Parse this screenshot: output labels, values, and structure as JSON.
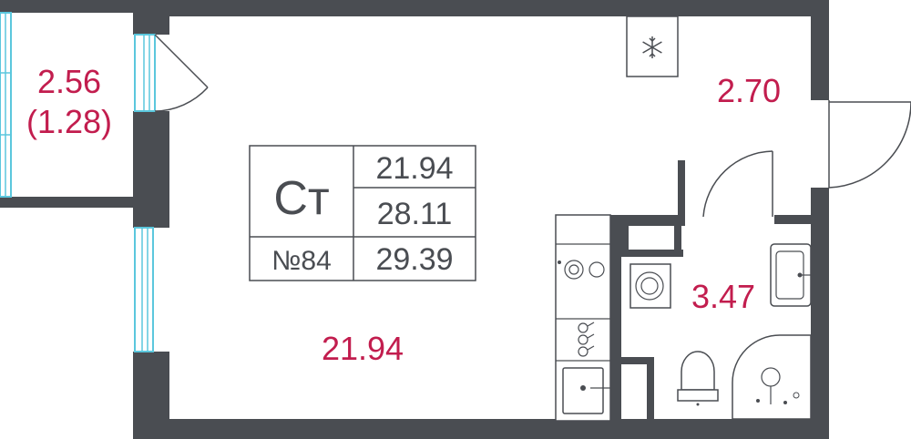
{
  "apartment_table": {
    "type_code": "Ст",
    "number": "№84",
    "living_area": "21.94",
    "usable_area": "28.11",
    "total_area": "29.39"
  },
  "rooms": {
    "balcony_area": "2.56",
    "balcony_reduced_area": "(1.28)",
    "main_room_area": "21.94",
    "hallway_area": "2.70",
    "bathroom_area": "3.47"
  },
  "icons": {
    "ac": "snowflake-icon",
    "stove": "cooktop-icon",
    "gas_burners": "burner-icon",
    "washer": "washing-machine-icon",
    "kitchen_sink": "sink-icon",
    "bath_sink": "washbasin-icon",
    "toilet": "toilet-icon",
    "shower": "shower-icon"
  },
  "colors": {
    "walls": "#4a4d52",
    "area_labels": "#c21d4e",
    "windows": "#5bc7dd"
  }
}
